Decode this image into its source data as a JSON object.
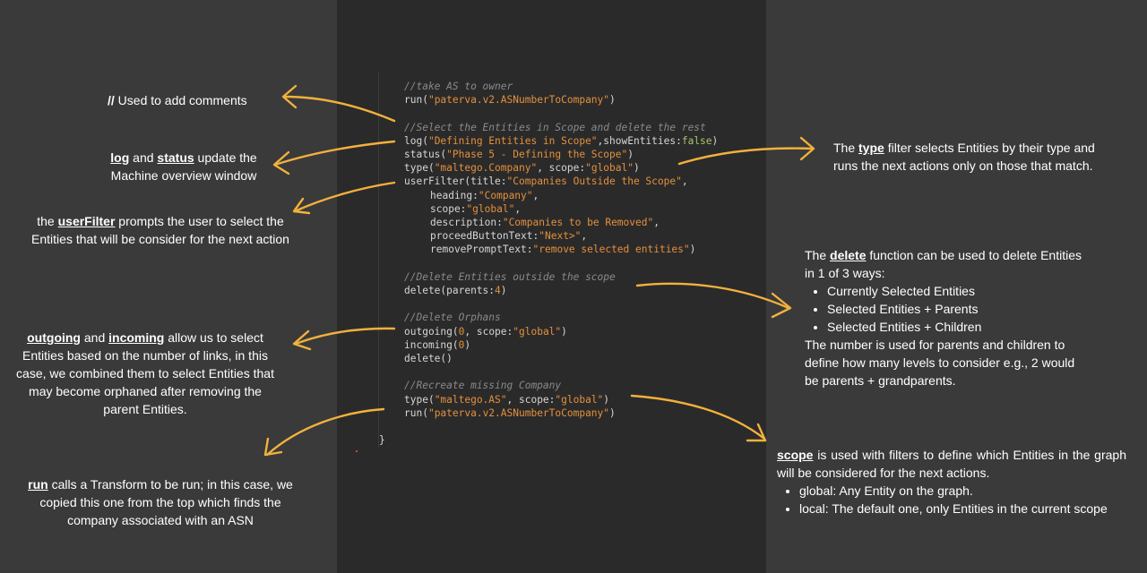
{
  "code": {
    "lines": [
      {
        "indent": false,
        "tokens": [
          {
            "t": "//take AS to owner",
            "c": "com"
          }
        ]
      },
      {
        "indent": false,
        "tokens": [
          {
            "t": "run(",
            "c": "txt"
          },
          {
            "t": "\"paterva.v2.ASNumberToCompany\"",
            "c": "str"
          },
          {
            "t": ")",
            "c": "txt"
          }
        ]
      },
      {
        "indent": false,
        "tokens": []
      },
      {
        "indent": false,
        "tokens": [
          {
            "t": "//Select the Entities in Scope and delete the rest",
            "c": "com"
          }
        ]
      },
      {
        "indent": false,
        "tokens": [
          {
            "t": "log(",
            "c": "txt"
          },
          {
            "t": "\"Defining Entities in Scope\"",
            "c": "str"
          },
          {
            "t": ",showEntities:",
            "c": "txt"
          },
          {
            "t": "false",
            "c": "kw"
          },
          {
            "t": ")",
            "c": "txt"
          }
        ]
      },
      {
        "indent": false,
        "tokens": [
          {
            "t": "status(",
            "c": "txt"
          },
          {
            "t": "\"Phase 5 - Defining the Scope\"",
            "c": "str"
          },
          {
            "t": ")",
            "c": "txt"
          }
        ]
      },
      {
        "indent": false,
        "tokens": [
          {
            "t": "type(",
            "c": "txt"
          },
          {
            "t": "\"maltego.Company\"",
            "c": "str"
          },
          {
            "t": ", scope:",
            "c": "txt"
          },
          {
            "t": "\"global\"",
            "c": "str"
          },
          {
            "t": ")",
            "c": "txt"
          }
        ]
      },
      {
        "indent": false,
        "tokens": [
          {
            "t": "userFilter(title:",
            "c": "txt"
          },
          {
            "t": "\"Companies Outside the Scope\"",
            "c": "str"
          },
          {
            "t": ",",
            "c": "txt"
          }
        ]
      },
      {
        "indent": true,
        "tokens": [
          {
            "t": "heading:",
            "c": "txt"
          },
          {
            "t": "\"Company\"",
            "c": "str"
          },
          {
            "t": ",",
            "c": "txt"
          }
        ]
      },
      {
        "indent": true,
        "tokens": [
          {
            "t": "scope:",
            "c": "txt"
          },
          {
            "t": "\"global\"",
            "c": "str"
          },
          {
            "t": ",",
            "c": "txt"
          }
        ]
      },
      {
        "indent": true,
        "tokens": [
          {
            "t": "description:",
            "c": "txt"
          },
          {
            "t": "\"Companies to be Removed\"",
            "c": "str"
          },
          {
            "t": ",",
            "c": "txt"
          }
        ]
      },
      {
        "indent": true,
        "tokens": [
          {
            "t": "proceedButtonText:",
            "c": "txt"
          },
          {
            "t": "\"Next>\"",
            "c": "str"
          },
          {
            "t": ",",
            "c": "txt"
          }
        ]
      },
      {
        "indent": true,
        "tokens": [
          {
            "t": "removePromptText:",
            "c": "txt"
          },
          {
            "t": "\"remove selected entities\"",
            "c": "str"
          },
          {
            "t": ")",
            "c": "txt"
          }
        ]
      },
      {
        "indent": false,
        "tokens": []
      },
      {
        "indent": false,
        "tokens": [
          {
            "t": "//Delete Entities outside the scope",
            "c": "com"
          }
        ]
      },
      {
        "indent": false,
        "tokens": [
          {
            "t": "delete(parents:",
            "c": "txt"
          },
          {
            "t": "4",
            "c": "num"
          },
          {
            "t": ")",
            "c": "txt"
          }
        ]
      },
      {
        "indent": false,
        "tokens": []
      },
      {
        "indent": false,
        "tokens": [
          {
            "t": "//Delete Orphans",
            "c": "com"
          }
        ]
      },
      {
        "indent": false,
        "tokens": [
          {
            "t": "outgoing(",
            "c": "txt"
          },
          {
            "t": "0",
            "c": "num"
          },
          {
            "t": ", scope:",
            "c": "txt"
          },
          {
            "t": "\"global\"",
            "c": "str"
          },
          {
            "t": ")",
            "c": "txt"
          }
        ]
      },
      {
        "indent": false,
        "tokens": [
          {
            "t": "incoming(",
            "c": "txt"
          },
          {
            "t": "0",
            "c": "num"
          },
          {
            "t": ")",
            "c": "txt"
          }
        ]
      },
      {
        "indent": false,
        "tokens": [
          {
            "t": "delete()",
            "c": "txt"
          }
        ]
      },
      {
        "indent": false,
        "tokens": []
      },
      {
        "indent": false,
        "tokens": [
          {
            "t": "//Recreate missing Company",
            "c": "com"
          }
        ]
      },
      {
        "indent": false,
        "tokens": [
          {
            "t": "type(",
            "c": "txt"
          },
          {
            "t": "\"maltego.AS\"",
            "c": "str"
          },
          {
            "t": ", scope:",
            "c": "txt"
          },
          {
            "t": "\"global\"",
            "c": "str"
          },
          {
            "t": ")",
            "c": "txt"
          }
        ]
      },
      {
        "indent": false,
        "tokens": [
          {
            "t": "run(",
            "c": "txt"
          },
          {
            "t": "\"paterva.v2.ASNumberToCompany\"",
            "c": "str"
          },
          {
            "t": ")",
            "c": "txt"
          }
        ]
      }
    ],
    "closing_brace": "}"
  },
  "notes": {
    "comments": {
      "kw": "//",
      "text": " Used to add comments"
    },
    "log_status": {
      "kw1": "log",
      "mid": " and ",
      "kw2": "status",
      "text": " update the Machine overview window"
    },
    "userfilter": {
      "pre": "the ",
      "kw": "userFilter",
      "text": " prompts the user to select the Entities that will be consider for the next action"
    },
    "outgoing_incoming": {
      "kw1": "outgoing",
      "mid": " and ",
      "kw2": "incoming",
      "text": " allow us to select Entities based on the number of links, in this case, we combined them to select Entities that may become orphaned after removing the parent Entities."
    },
    "run": {
      "kw": "run",
      "text": " calls a Transform to be run; in this case, we copied this one from the top which finds the company associated with an ASN"
    },
    "type": {
      "pre": "The ",
      "kw": "type",
      "text": "  filter selects Entities by their type and runs the next actions only on those that match."
    },
    "delete": {
      "pre": "The ",
      "kw": "delete",
      "text": " function can be used  to delete Entities in 1 of 3 ways:",
      "items": [
        "Currently Selected Entities",
        "Selected Entities + Parents",
        "Selected Entities + Children"
      ],
      "footer": "The number is used for parents and children to define how many levels to consider e.g., 2 would be parents + grandparents."
    },
    "scope": {
      "kw": "scope",
      "text": " is used with filters to define which Entities in the graph will be considered for the next actions.",
      "items": [
        "global: Any Entity on the graph.",
        "local: The default one, only Entities in the current scope"
      ]
    }
  },
  "colors": {
    "arrow": "#f2b13c",
    "code_string": "#e2913a",
    "code_comment": "#8a8a8a",
    "code_keyword": "#a9c26b",
    "code_text": "#d6d6d6"
  }
}
